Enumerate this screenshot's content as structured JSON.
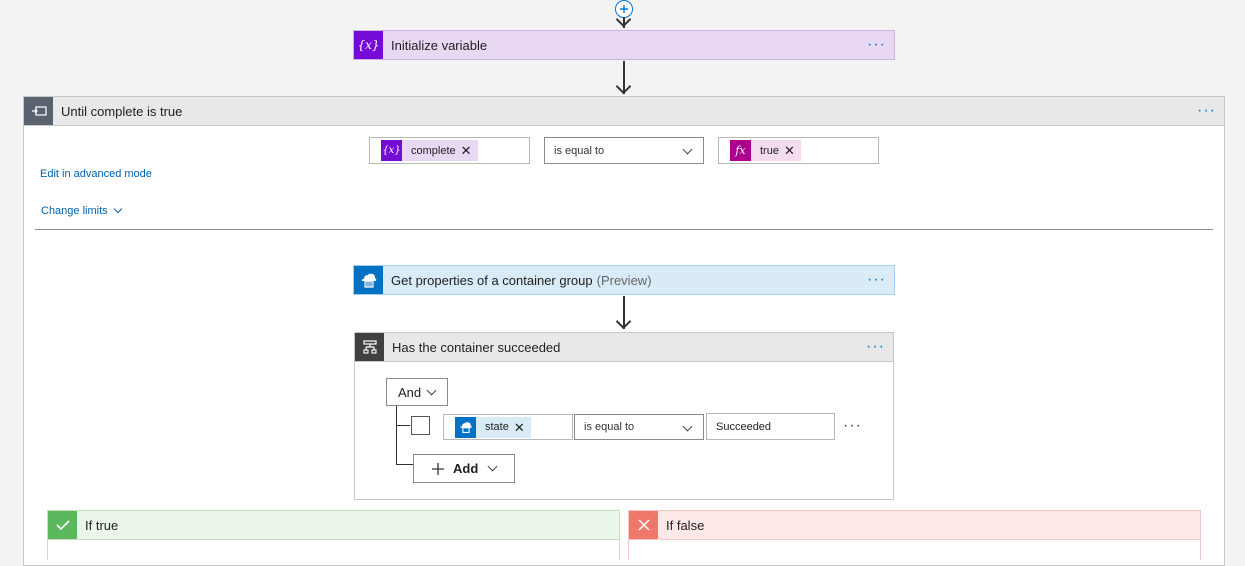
{
  "init_variable": {
    "title": "Initialize variable",
    "menu": "···"
  },
  "until": {
    "title": "Until complete is true",
    "menu": "···",
    "condition": {
      "left_token": "complete",
      "operator": "is equal to",
      "right_token": "true"
    },
    "edit_advanced": "Edit in advanced mode",
    "change_limits": "Change limits"
  },
  "get_properties": {
    "title": "Get properties of a container group",
    "tag": "(Preview)",
    "menu": "···"
  },
  "condition": {
    "title": "Has the container succeeded",
    "menu": "···",
    "group_operator": "And",
    "row": {
      "token": "state",
      "operator": "is equal to",
      "value": "Succeeded",
      "menu": "···"
    },
    "add_label": "Add"
  },
  "branches": {
    "true_label": "If true",
    "false_label": "If false"
  },
  "icons": {
    "variable": "variable-icon",
    "until": "until-loop-icon",
    "container": "container-instance-icon",
    "condition": "condition-icon",
    "function": "fx-icon",
    "check": "check-icon",
    "cross": "close-icon",
    "plus": "add-icon"
  },
  "colors": {
    "variable": "#770bd6",
    "variable_bg": "#e9d8f4",
    "control": "#404040",
    "control_bg": "#e8e8e8",
    "container": "#0072c6",
    "container_bg": "#d9ebf7",
    "expression": "#ad008c",
    "true_bg": "#eaf6e8",
    "true_icon": "#5cb85c",
    "false_bg": "#fde7e7",
    "false_icon": "#f0776c",
    "link": "#0062ad"
  }
}
